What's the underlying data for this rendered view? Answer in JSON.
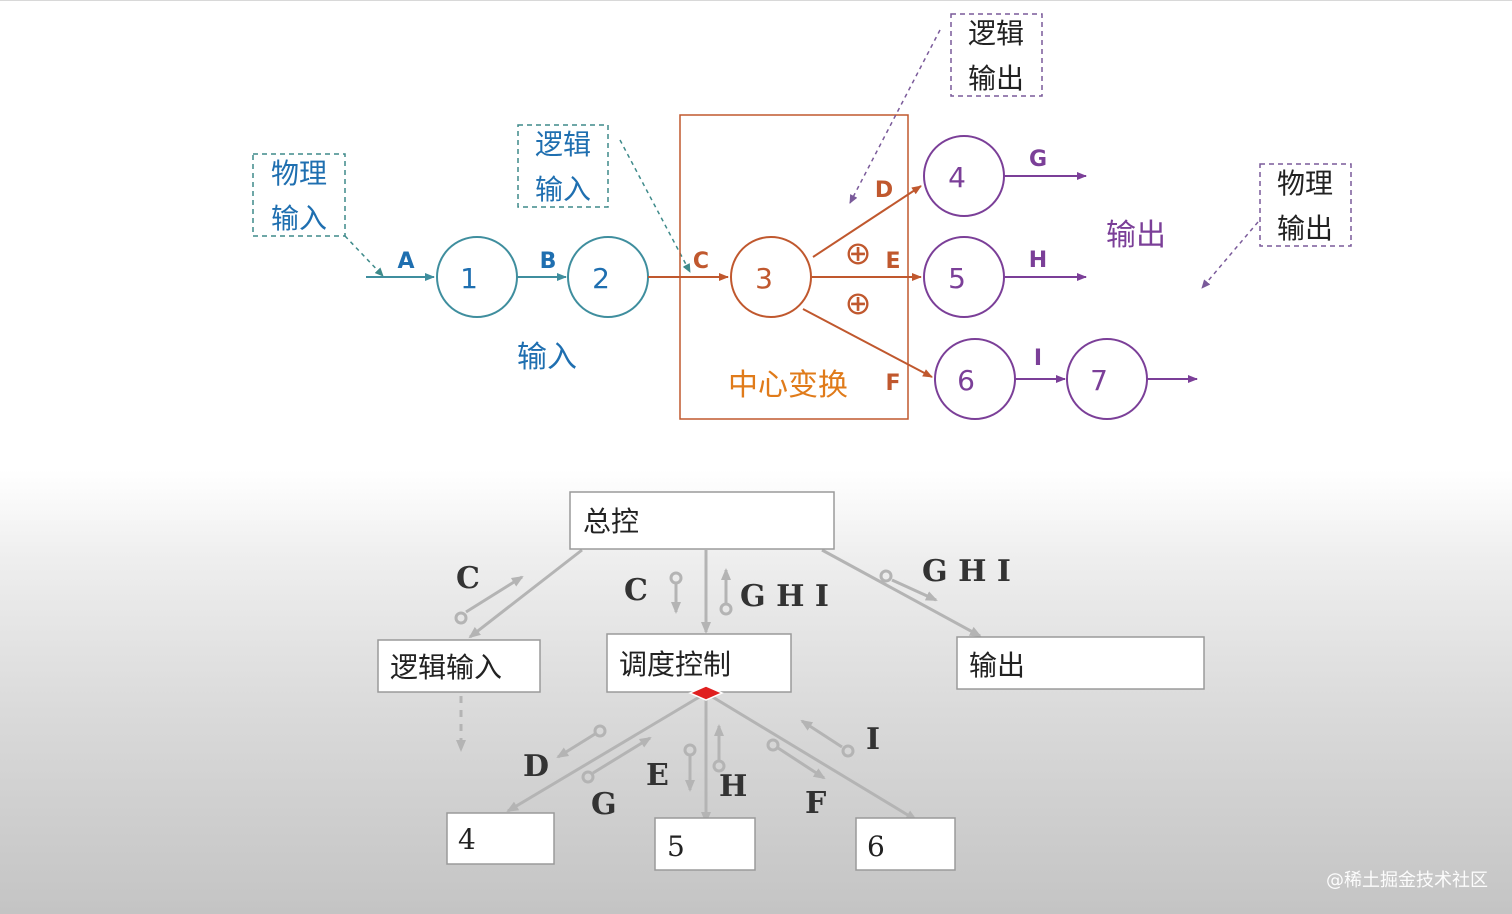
{
  "top": {
    "physical_input": [
      "物理",
      "输入"
    ],
    "logical_input": [
      "逻辑",
      "输入"
    ],
    "logical_output": [
      "逻辑",
      "输出"
    ],
    "physical_output": [
      "物理",
      "输出"
    ],
    "input_label": "输入",
    "output_label": "输出",
    "center_label": "中心变换",
    "nodes": [
      "1",
      "2",
      "3",
      "4",
      "5",
      "6",
      "7"
    ],
    "edges": [
      "A",
      "B",
      "C",
      "D",
      "E",
      "F",
      "G",
      "H",
      "I"
    ],
    "xor_symbol": "⊕",
    "colors": {
      "input": "#1f6fb0",
      "input_stroke": "#3f8e9e",
      "center": "#c0582e",
      "output": "#7b3f98",
      "dashed_teal": "#3e8a8a"
    }
  },
  "bottom": {
    "root": "总控",
    "logical_input": "逻辑输入",
    "dispatch": "调度控制",
    "output": "输出",
    "leaf_4": "4",
    "leaf_5": "5",
    "leaf_6": "6",
    "flow_c_left": "C",
    "flow_c_mid": "C",
    "flow_ghi_mid": "G H I",
    "flow_ghi_right": "G H I",
    "flow_d": "D",
    "flow_g": "G",
    "flow_e": "E",
    "flow_h": "H",
    "flow_f": "F",
    "flow_i": "I",
    "colors": {
      "line": "#b4b4b4",
      "diamond": "#e02020"
    }
  },
  "watermark": "@稀土掘金技术社区"
}
